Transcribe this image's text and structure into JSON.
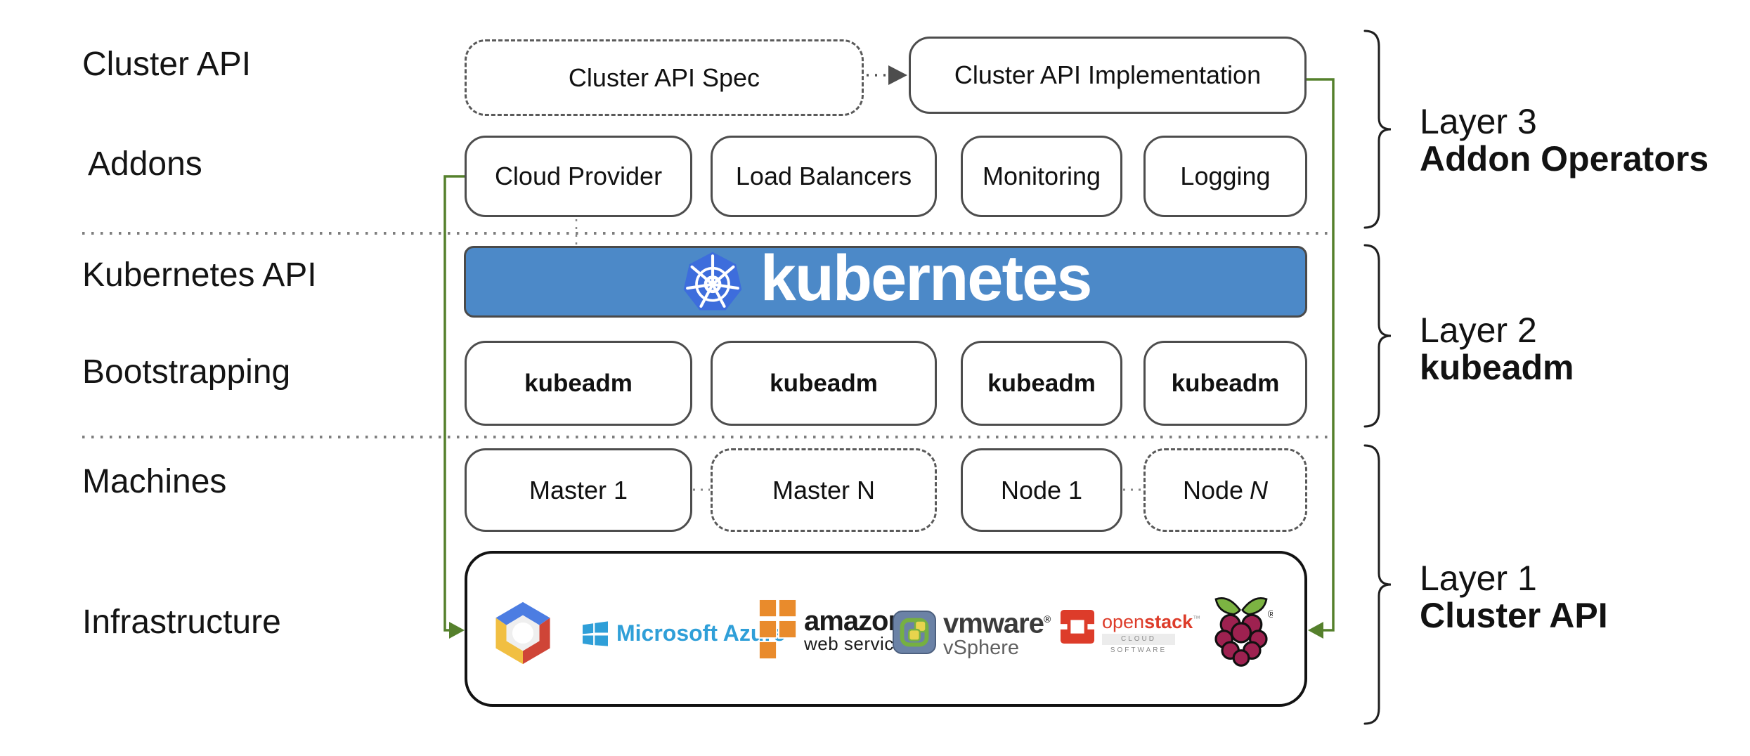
{
  "title": "Kubernetes Cluster API layers diagram",
  "colors": {
    "k8s_bar_blue": "#4c89c8",
    "k8s_logo_blue": "#3d6ddc",
    "green_line": "#55802c",
    "gcp_blue": "#4c7de2",
    "gcp_red": "#cf4537",
    "gcp_yellow": "#f1bf42",
    "azure_cyan": "#2f9fd8",
    "aws_orange": "#e98b2c",
    "vmware_slate": "#6b82a6",
    "vmware_green": "#76b041",
    "vmware_yellow": "#e8d44d",
    "openstack_red": "#dd3c2a",
    "raspberry_red": "#9e2150",
    "raspberry_leaf": "#7cb342"
  },
  "left_labels": {
    "cluster_api": "Cluster API",
    "addons": "Addons",
    "kubernetes_api": "Kubernetes API",
    "bootstrapping": "Bootstrapping",
    "machines": "Machines",
    "infrastructure": "Infrastructure"
  },
  "cluster_api_row": {
    "spec": "Cluster API Spec",
    "implementation": "Cluster API Implementation"
  },
  "addons_row": {
    "boxes": [
      "Cloud Provider",
      "Load Balancers",
      "Monitoring",
      "Logging"
    ]
  },
  "kubernetes_bar": {
    "wordmark": "kubernetes",
    "logo_icon": "kubernetes-wheel-icon"
  },
  "bootstrapping_row": {
    "boxes": [
      "kubeadm",
      "kubeadm",
      "kubeadm",
      "kubeadm"
    ]
  },
  "machines_row": {
    "boxes": [
      "Master 1",
      "Master N",
      "Node 1"
    ],
    "node_n_prefix": "Node",
    "node_n_suffix": "N"
  },
  "infrastructure": {
    "providers": [
      "Google Cloud Platform",
      "Microsoft Azure",
      "Amazon Web Services",
      "VMware vSphere",
      "OpenStack",
      "Raspberry Pi"
    ],
    "azure_text": "Microsoft Azure",
    "aws_line1": "amazon",
    "aws_line2": "web services",
    "vmware_line1": "vmware",
    "vmware_reg": "®",
    "vmware_line2": "vSphere",
    "openstack_open": "open",
    "openstack_stack": "stack",
    "openstack_tm": "™",
    "openstack_sub": "CLOUD SOFTWARE",
    "raspberry_reg": "®"
  },
  "layers": [
    {
      "line1": "Layer 3",
      "line2": "Addon Operators"
    },
    {
      "line1": "Layer 2",
      "line2": "kubeadm"
    },
    {
      "line1": "Layer 1",
      "line2": "Cluster API"
    }
  ]
}
